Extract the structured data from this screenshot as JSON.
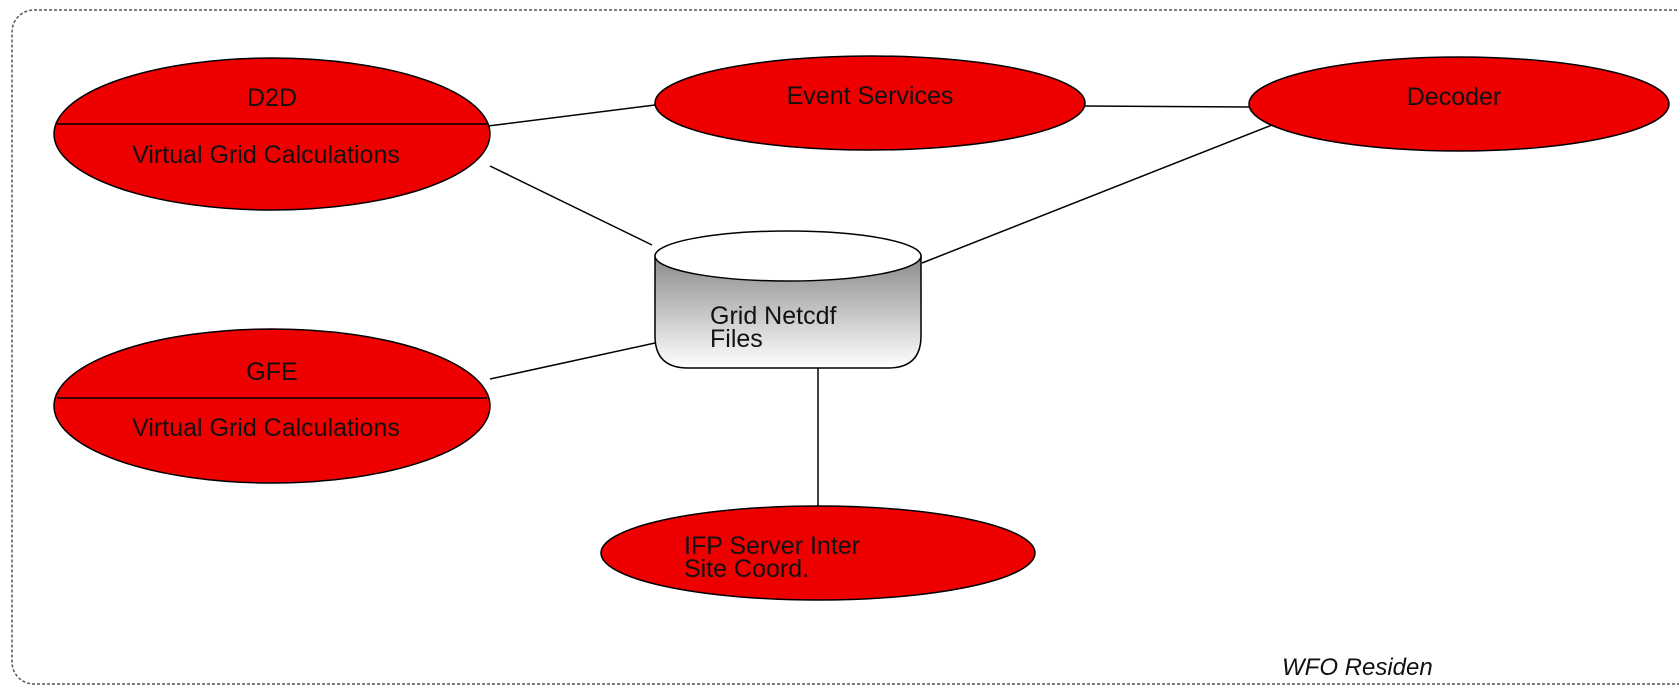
{
  "colors": {
    "node_fill": "#ee0000",
    "node_stroke": "#000000",
    "line": "#000000",
    "frame": "#555555",
    "cylinder_top": "#ffffff",
    "cylinder_dark": "#8a8a8a",
    "cylinder_light": "#ffffff"
  },
  "nodes": {
    "d2d": {
      "title": "D2D",
      "subtitle": "Virtual Grid Calculations"
    },
    "event_services": {
      "label": "Event Services"
    },
    "decoder": {
      "label": "Decoder"
    },
    "gfe": {
      "title": "GFE",
      "subtitle": "Virtual Grid Calculations"
    },
    "grid_files": {
      "line1": "Grid Netcdf",
      "line2": "Files"
    },
    "ifp_server": {
      "line1": "IFP Server Inter",
      "line2": "Site Coord."
    }
  },
  "caption": "WFO Residen"
}
